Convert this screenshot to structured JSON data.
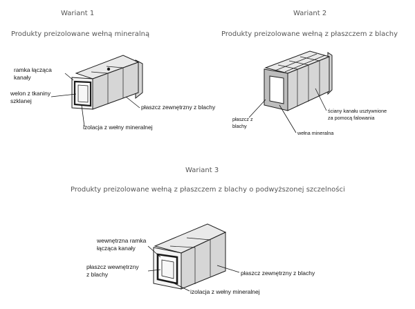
{
  "variants": [
    {
      "heading": "Wariant 1",
      "subtitle": "Produkty preizolowane wełną mineralną",
      "labels": {
        "frame_line1": "ramka łącząca",
        "frame_line2": "kanały",
        "veil_line1": "welon z tkaniny",
        "veil_line2": "szklanej",
        "outer_sheath": "płaszcz zewnętrzny z blachy",
        "insulation": "izolacja z wełny mineralnej"
      }
    },
    {
      "heading": "Wariant 2",
      "subtitle": "Produkty preizolowane wełną z płaszczem z blachy",
      "labels": {
        "sheath_line1": "płaszcz z",
        "sheath_line2": "blachy",
        "walls_line1": "ściany kanału usztywnione",
        "walls_line2": "za pomocą falowania",
        "wool": "wełna mineralna"
      }
    },
    {
      "heading": "Wariant 3",
      "subtitle": "Produkty preizolowane wełną z płaszczem z blachy o podwyższonej szczelności",
      "labels": {
        "inner_frame_line1": "wewnętrzna ramka",
        "inner_frame_line2": "łącząca kanały",
        "inner_sheath_line1": "płaszcz wewnętrzny",
        "inner_sheath_line2": "z blachy",
        "outer_sheath": "płaszcz zewnętrzny z blachy",
        "insulation": "izolacja z wełny mineralnej"
      }
    }
  ]
}
